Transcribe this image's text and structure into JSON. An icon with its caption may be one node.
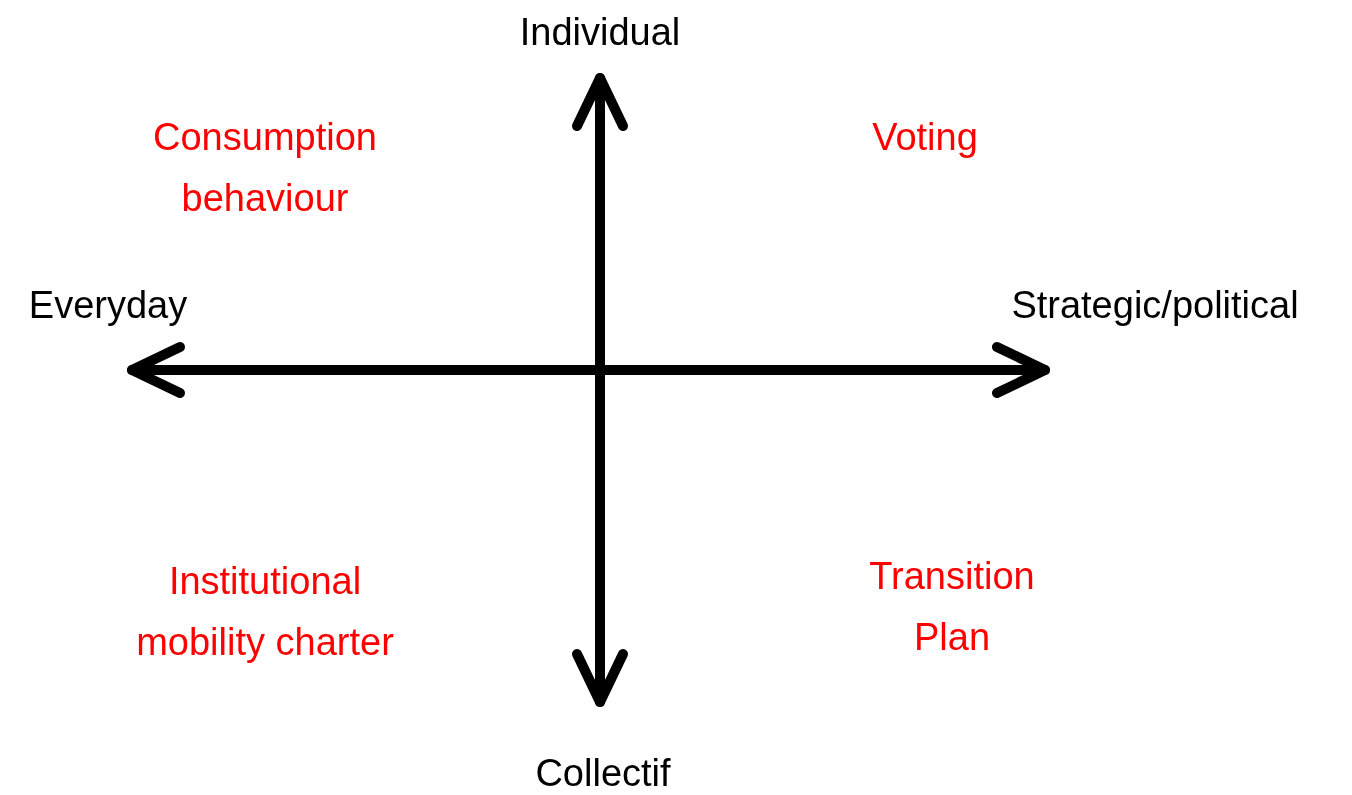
{
  "diagram": {
    "labels": [
      "Individual",
      "Consumption behaviour",
      "Voting",
      "Everyday",
      "Strategic/political",
      "Institutional mobility charter",
      "Transition Plan",
      "Collectif"
    ]
  }
}
